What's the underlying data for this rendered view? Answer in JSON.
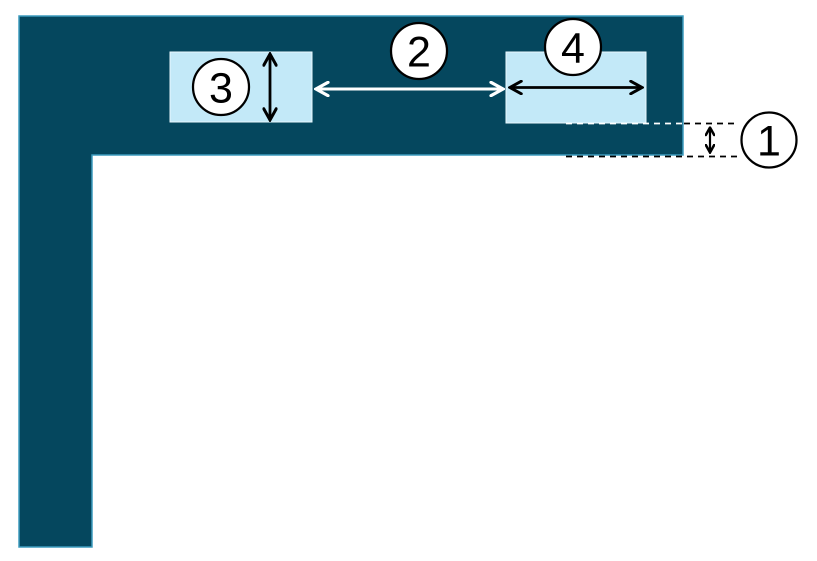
{
  "diagram": {
    "title": "l-profile-dimension-diagram",
    "callouts": [
      {
        "label": "1",
        "refers_to": "thickness-below-slot"
      },
      {
        "label": "2",
        "refers_to": "gap-between-slots"
      },
      {
        "label": "3",
        "refers_to": "slot-height"
      },
      {
        "label": "4",
        "refers_to": "slot-width"
      }
    ],
    "colors": {
      "background": "#FFFFFF",
      "shape_fill": "#05475E",
      "shape_stroke": "#3D9BBD",
      "slot_fill": "#C3E9F8",
      "slot_stroke": "#EAF8FE",
      "callout_fill": "#FFFFFF",
      "callout_stroke": "#000000",
      "dim_black": "#000000",
      "dim_white": "#FFFFFF"
    }
  }
}
